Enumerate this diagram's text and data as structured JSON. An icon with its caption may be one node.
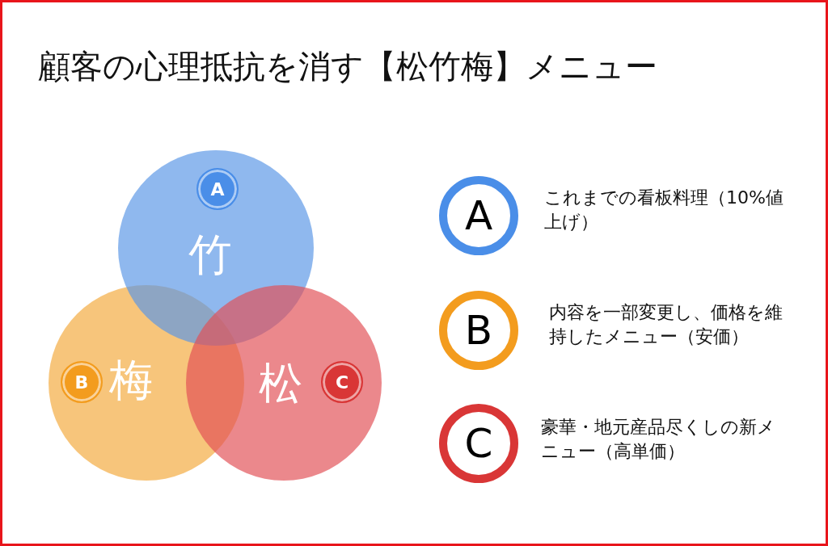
{
  "diagram": {
    "title": "顧客の心理抵抗を消す【松竹梅】メニュー",
    "nodes": [
      {
        "text": [
          "竹"
        ]
      },
      {
        "text": [
          "A"
        ],
        "in": 0
      },
      {
        "text": [
          "梅"
        ]
      },
      {
        "text": [
          "B"
        ],
        "in": 2
      },
      {
        "text": [
          "松"
        ]
      },
      {
        "text": [
          "C"
        ],
        "in": 4
      },
      {
        "text": [
          "A"
        ],
        "beside": [
          "これまでの看板料理（10%値上げ）"
        ]
      },
      {
        "text": [
          "B"
        ],
        "beside": [
          "内容を一部変更し、価格を維持したメニュー（安価）"
        ]
      },
      {
        "text": [
          "C"
        ],
        "beside": [
          "豪華・地元産品尽くしの新メニュー（高単価）"
        ]
      }
    ]
  }
}
